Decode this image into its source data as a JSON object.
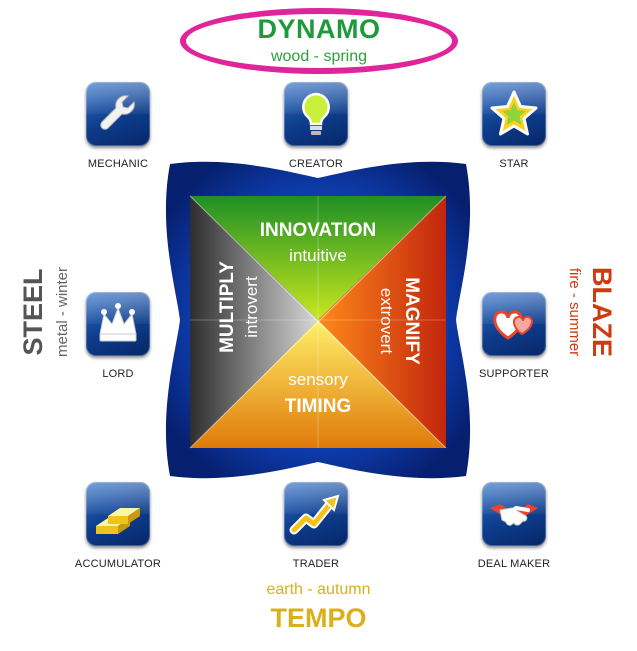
{
  "top": {
    "title": "DYNAMO",
    "subtitle": "wood - spring",
    "color": "#1f9a3a",
    "highlight_color": "#e0259a"
  },
  "bottom": {
    "title": "TEMPO",
    "subtitle": "earth - autumn",
    "color": "#d9b01c"
  },
  "left": {
    "title": "STEEL",
    "subtitle": "metal - winter",
    "color": "#555555"
  },
  "right": {
    "title": "BLAZE",
    "subtitle": "fire - summer",
    "color": "#d13a10"
  },
  "quadrants": {
    "top": {
      "title": "INNOVATION",
      "subtitle": "intuitive",
      "color": "#7cc51f"
    },
    "right": {
      "title": "MAGNIFY",
      "subtitle": "extrovert",
      "color": "#e0521a"
    },
    "bottom": {
      "title": "TIMING",
      "subtitle": "sensory",
      "color": "#f2c21a"
    },
    "left": {
      "title": "MULTIPLY",
      "subtitle": "introvert",
      "color": "#7a7a7a"
    }
  },
  "profiles": [
    {
      "label": "MECHANIC",
      "icon": "wrench-icon"
    },
    {
      "label": "CREATOR",
      "icon": "lightbulb-icon"
    },
    {
      "label": "STAR",
      "icon": "star-icon"
    },
    {
      "label": "LORD",
      "icon": "crown-icon"
    },
    {
      "label": "SUPPORTER",
      "icon": "hearts-icon"
    },
    {
      "label": "ACCUMULATOR",
      "icon": "gold-bars-icon"
    },
    {
      "label": "TRADER",
      "icon": "trend-arrow-icon"
    },
    {
      "label": "DEAL MAKER",
      "icon": "handshake-icon"
    }
  ]
}
